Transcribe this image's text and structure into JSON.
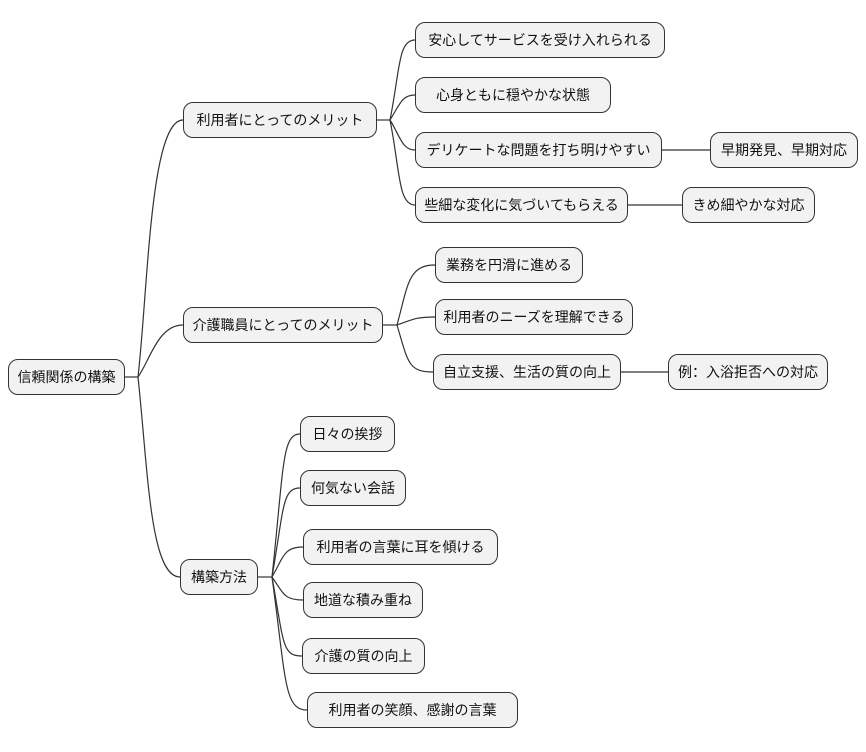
{
  "diagram": {
    "type": "mindmap",
    "colors": {
      "node_fill": "#f2f2f2",
      "node_border": "#333333",
      "edge_color": "#333333",
      "background": "#ffffff"
    }
  },
  "mindmap": {
    "root": {
      "label": "信頼関係の構築"
    },
    "branches": [
      {
        "label": "利用者にとってのメリット",
        "children": [
          {
            "label": "安心してサービスを受け入れられる"
          },
          {
            "label": "心身ともに穏やかな状態"
          },
          {
            "label": "デリケートな問題を打ち明けやすい",
            "children": [
              {
                "label": "早期発見、早期対応"
              }
            ]
          },
          {
            "label": "些細な変化に気づいてもらえる",
            "children": [
              {
                "label": "きめ細やかな対応"
              }
            ]
          }
        ]
      },
      {
        "label": "介護職員にとってのメリット",
        "children": [
          {
            "label": "業務を円滑に進める"
          },
          {
            "label": "利用者のニーズを理解できる"
          },
          {
            "label": "自立支援、生活の質の向上",
            "children": [
              {
                "label": "例：入浴拒否への対応"
              }
            ]
          }
        ]
      },
      {
        "label": "構築方法",
        "children": [
          {
            "label": "日々の挨拶"
          },
          {
            "label": "何気ない会話"
          },
          {
            "label": "利用者の言葉に耳を傾ける"
          },
          {
            "label": "地道な積み重ね"
          },
          {
            "label": "介護の質の向上"
          },
          {
            "label": "利用者の笑顔、感謝の言葉"
          }
        ]
      }
    ]
  }
}
